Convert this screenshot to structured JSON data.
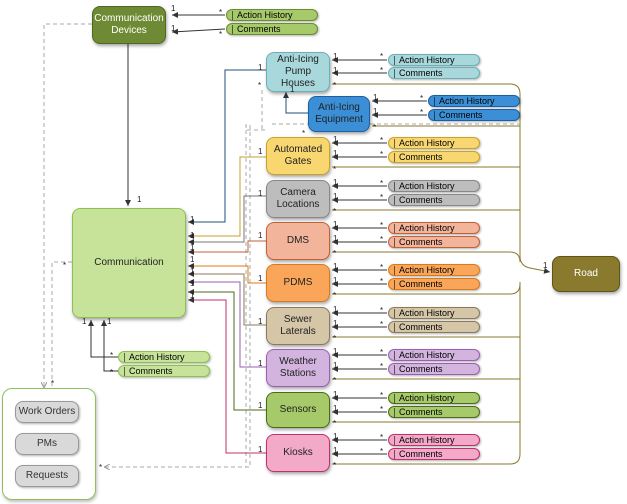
{
  "nodes": {
    "communication_devices": "Communication\nDevices",
    "communication": "Communication",
    "anti_icing_pump_houses": "Anti-Icing\nPump\nHouses",
    "anti_icing_equipment": "Anti-Icing\nEquipment",
    "automated_gates": "Automated\nGates",
    "camera_locations": "Camera\nLocations",
    "dms": "DMS",
    "pdms": "PDMS",
    "sewer_laterals": "Sewer\nLaterals",
    "weather_stations": "Weather\nStations",
    "sensors": "Sensors",
    "kiosks": "Kiosks",
    "road": "Road"
  },
  "tags": {
    "action_history": "Action History",
    "comments": "Comments"
  },
  "work_panel": {
    "work_orders": "Work Orders",
    "pms": "PMs",
    "requests": "Requests"
  },
  "multiplicity": {
    "one": "1",
    "many": "*"
  },
  "colors": {
    "green": "#a6c96a",
    "dark_olive": "#6f8a35",
    "teal": "#a9d8dc",
    "blue": "#3a8fd6",
    "yellow": "#f8d670",
    "gray": "#bdbdbd",
    "salmon": "#f2b49a",
    "orange": "#f9a65a",
    "tan": "#d6c6a8",
    "lavender": "#d2b4de",
    "pink": "#f3a9c8",
    "road": "#8a7a2e"
  }
}
